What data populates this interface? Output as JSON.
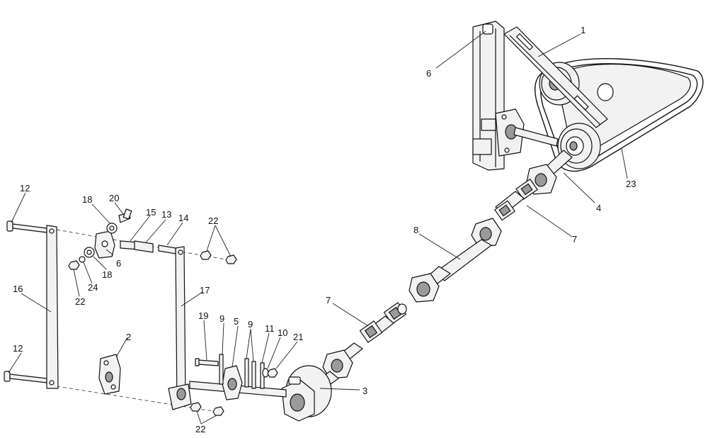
{
  "callouts": [
    {
      "id": "c1",
      "text": "1"
    },
    {
      "id": "c2",
      "text": "2"
    },
    {
      "id": "c3",
      "text": "3"
    },
    {
      "id": "c4",
      "text": "4"
    },
    {
      "id": "c5",
      "text": "5"
    },
    {
      "id": "c6a",
      "text": "6"
    },
    {
      "id": "c6b",
      "text": "6"
    },
    {
      "id": "c7a",
      "text": "7"
    },
    {
      "id": "c7b",
      "text": "7"
    },
    {
      "id": "c8",
      "text": "8"
    },
    {
      "id": "c9a",
      "text": "9"
    },
    {
      "id": "c9b",
      "text": "9"
    },
    {
      "id": "c10",
      "text": "10"
    },
    {
      "id": "c11",
      "text": "11"
    },
    {
      "id": "c12a",
      "text": "12"
    },
    {
      "id": "c12b",
      "text": "12"
    },
    {
      "id": "c13",
      "text": "13"
    },
    {
      "id": "c14",
      "text": "14"
    },
    {
      "id": "c15",
      "text": "15"
    },
    {
      "id": "c16",
      "text": "16"
    },
    {
      "id": "c17",
      "text": "17"
    },
    {
      "id": "c18a",
      "text": "18"
    },
    {
      "id": "c18b",
      "text": "18"
    },
    {
      "id": "c19",
      "text": "19"
    },
    {
      "id": "c20",
      "text": "20"
    },
    {
      "id": "c21",
      "text": "21"
    },
    {
      "id": "c22a",
      "text": "22"
    },
    {
      "id": "c22b",
      "text": "22"
    },
    {
      "id": "c22c",
      "text": "22"
    },
    {
      "id": "c23",
      "text": "23"
    },
    {
      "id": "c24",
      "text": "24"
    }
  ]
}
